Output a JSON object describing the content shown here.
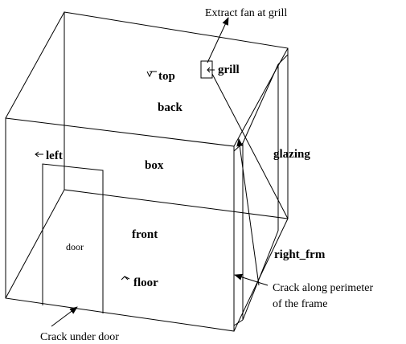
{
  "labels": {
    "top": "top",
    "back": "back",
    "grill": "grill",
    "left": "left",
    "box": "box",
    "glazing": "glazing",
    "door": "door",
    "front": "front",
    "floor": "floor",
    "right_frm": "right_frm"
  },
  "annotations": {
    "extract_fan": "Extract fan at grill",
    "crack_perimeter_line1": "Crack along perimeter",
    "crack_perimeter_line2": "of the frame",
    "crack_door": "Crack under door"
  },
  "colors": {
    "line": "#000000",
    "background": "#ffffff"
  }
}
